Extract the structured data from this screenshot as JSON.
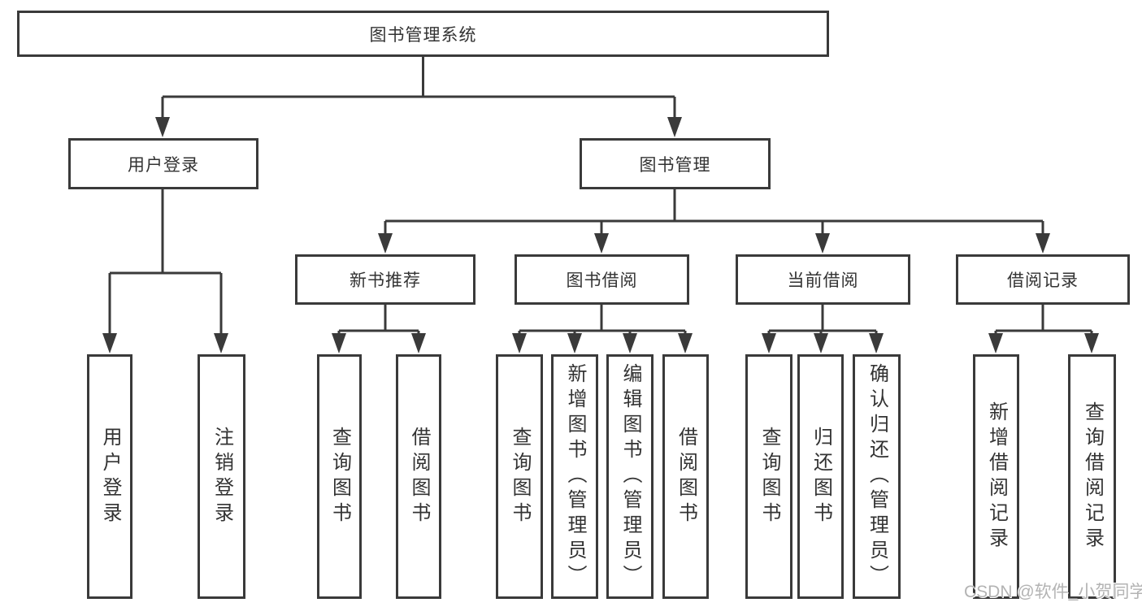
{
  "diagram": {
    "root": "图书管理系统",
    "level2": {
      "user_login": "用户登录",
      "book_management": "图书管理"
    },
    "level3": {
      "new_book_recommend": "新书推荐",
      "book_borrow": "图书借阅",
      "current_borrow": "当前借阅",
      "borrow_record": "借阅记录"
    },
    "leaves": {
      "user_login": [
        "用户登录",
        "注销登录"
      ],
      "new_book_recommend": [
        "查询图书",
        "借阅图书"
      ],
      "book_borrow": [
        "查询图书",
        "新增图书（管理员）",
        "编辑图书（管理员）",
        "借阅图书"
      ],
      "current_borrow": [
        "查询图书",
        "归还图书",
        "确认归还（管理员）"
      ],
      "borrow_record": [
        "新增借阅记录",
        "查询借阅记录"
      ]
    }
  },
  "watermark": "CSDN @软件_小贺同学",
  "colors": {
    "line": "#3a3a3a",
    "text": "#333333",
    "watermark": "#b3b3b3",
    "background": "#ffffff"
  }
}
